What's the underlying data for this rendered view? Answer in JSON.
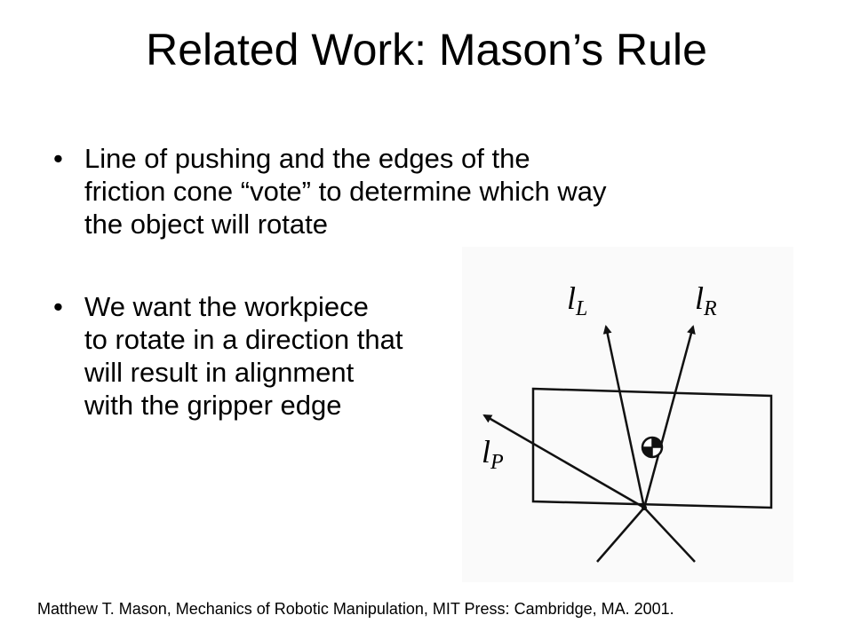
{
  "slide": {
    "title": "Related Work: Mason’s Rule",
    "bullet_symbol": "•",
    "bullets": [
      {
        "lines": [
          "Line of pushing and the edges of the",
          "friction cone “vote” to determine which way",
          "the object will rotate"
        ]
      },
      {
        "lines": [
          "We want the workpiece",
          "to rotate in a direction that",
          "will result in alignment",
          "with the gripper edge"
        ]
      }
    ],
    "figure": {
      "labels": {
        "left_edge": {
          "base": "l",
          "sub": "L"
        },
        "right_edge": {
          "base": "l",
          "sub": "R"
        },
        "push_line": {
          "base": "l",
          "sub": "P"
        }
      }
    },
    "citation": "Matthew T. Mason, Mechanics of Robotic Manipulation, MIT Press: Cambridge, MA. 2001."
  }
}
